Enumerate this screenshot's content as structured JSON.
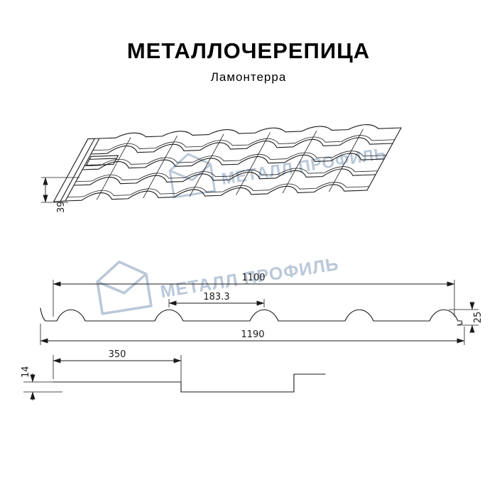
{
  "title": "МЕТАЛЛОЧЕРЕПИЦА",
  "subtitle": "Ламонтерра",
  "watermark": {
    "text": "МЕТАЛЛ ПРОФИЛЬ"
  },
  "icons": {
    "logo": "metall-profil-pentagon-logo"
  },
  "dimensions": {
    "step_39": "39",
    "cover_width_1100": "1100",
    "wave_pitch_183": "183.3",
    "profile_height_25": "25",
    "full_width_1190": "1190",
    "module_350": "350",
    "step_height_14": "14"
  },
  "colors": {
    "line": "#1a1a1a",
    "watermark": "#b7c6d8",
    "background": "#ffffff"
  }
}
